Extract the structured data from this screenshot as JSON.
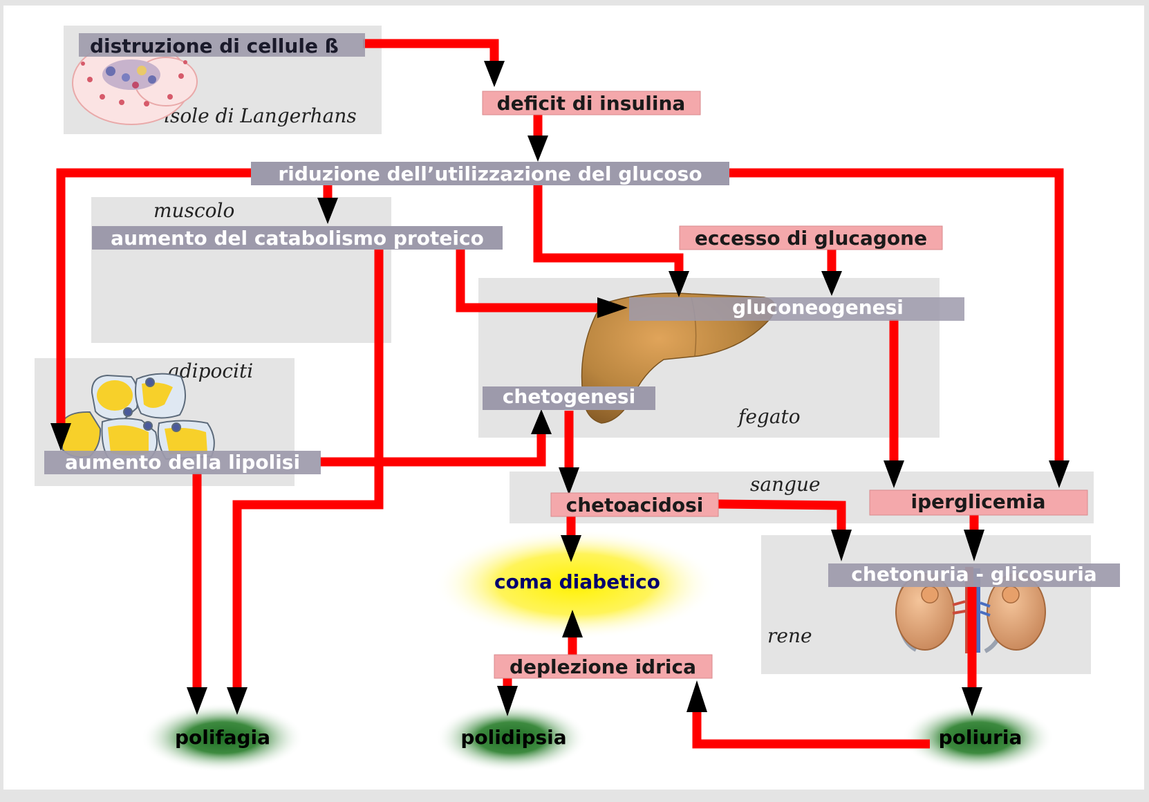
{
  "nodes": {
    "distruzione": "distruzione di cellule ß",
    "deficit": "deficit di insulina",
    "riduzione": "riduzione dell’utilizzazione del glucoso",
    "catabolismo": "aumento del catabolismo proteico",
    "glucagone": "eccesso di glucagone",
    "gluconeogenesi": "gluconeogenesi",
    "chetogenesi": "chetogenesi",
    "lipolisi": "aumento della lipolisi",
    "chetoacidosi": "chetoacidosi",
    "iperglicemia": "iperglicemia",
    "chetonuria": "chetonuria - glicosuria",
    "coma": "coma diabetico",
    "deplezione": "deplezione idrica",
    "polifagia": "polifagia",
    "polidipsia": "polidipsia",
    "poliuria": "poliuria"
  },
  "regions": {
    "langerhans": "isole di Langerhans",
    "muscolo": "muscolo",
    "adipociti": "adipociti",
    "fegato": "fegato",
    "sangue": "sangue",
    "rene": "rene"
  },
  "colors": {
    "arrow": "#ff0000",
    "arrowhead": "#000000",
    "pink_box": "#f4a8ab",
    "grey_box": "#9d9aab",
    "region": "#e4e4e4",
    "coma_glow": "#fff200",
    "coma_text": "#00006e",
    "symptom_glow": "#2e7d32"
  },
  "icons": [
    "pancreatic-islet-icon",
    "adipocyte-cells-icon",
    "liver-icon",
    "kidneys-icon"
  ]
}
